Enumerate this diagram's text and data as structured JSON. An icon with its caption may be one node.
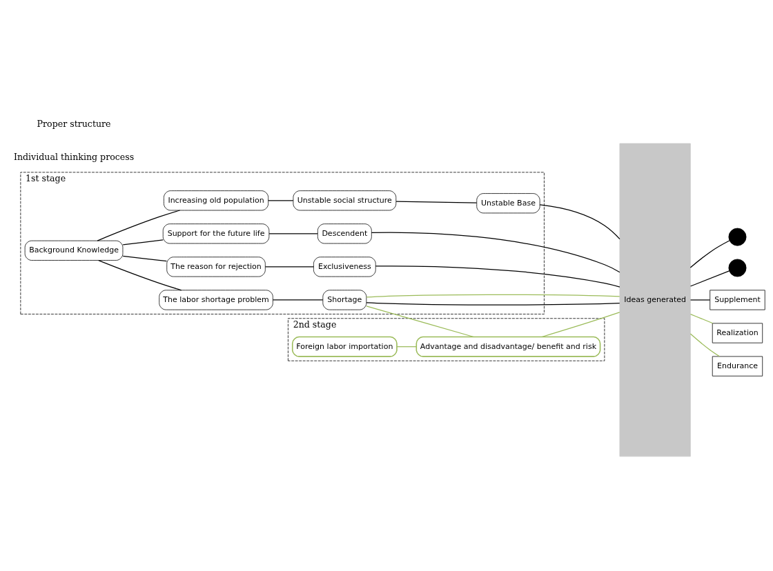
{
  "diagram": {
    "nodes": [
      {
        "text": [
          "1st stage"
        ]
      },
      {
        "text": [
          "Background Knowledge"
        ],
        "in": 0
      },
      {
        "text": [
          "Support for the future life"
        ],
        "in": 0
      },
      {
        "text": [
          "Descendent"
        ],
        "in": 0
      },
      {
        "text": [
          "Increasing old population"
        ],
        "in": 0
      },
      {
        "text": [
          "Unstable social structure"
        ],
        "in": 0
      },
      {
        "text": [
          "Unstable Base"
        ],
        "in": 0
      },
      {
        "text": [
          "The reason for rejection"
        ],
        "in": 0
      },
      {
        "text": [
          "Exclusiveness"
        ],
        "in": 0
      },
      {
        "text": [
          "The labor shortage problem"
        ],
        "in": 0
      },
      {
        "text": [
          "Shortage"
        ],
        "in": 0
      },
      {
        "text": [
          "2nd stage"
        ]
      },
      {
        "text": [
          "Foreign labor importation"
        ],
        "in": 11
      },
      {
        "text": [
          "Advantage and disadvantage/ benefit and risk"
        ],
        "in": 11
      },
      {
        "text": [
          "Ideas generated"
        ]
      },
      {
        "text": [],
        "shape": "circle"
      },
      {
        "text": [],
        "shape": "circle"
      },
      {
        "text": [
          "Supplement"
        ]
      },
      {
        "text": [
          "Realization"
        ]
      },
      {
        "text": [
          "Endurance"
        ]
      }
    ],
    "edges": [
      {
        "from": 1,
        "to": 2,
        "arrow": "none"
      },
      {
        "from": 1,
        "to": 4,
        "arrow": "none"
      },
      {
        "from": 1,
        "to": 7,
        "arrow": "none"
      },
      {
        "from": 1,
        "to": 9,
        "arrow": "none"
      },
      {
        "from": 2,
        "to": 3,
        "arrow": "none"
      },
      {
        "from": 3,
        "to": 14,
        "arrow": "none"
      },
      {
        "from": 4,
        "to": 5,
        "arrow": "none"
      },
      {
        "from": 5,
        "to": 6,
        "arrow": "none"
      },
      {
        "from": 6,
        "to": 14,
        "arrow": "none"
      },
      {
        "from": 7,
        "to": 8,
        "arrow": "none"
      },
      {
        "from": 8,
        "to": 14,
        "arrow": "none"
      },
      {
        "from": 9,
        "to": 10,
        "arrow": "none"
      },
      {
        "from": 10,
        "to": 14,
        "arrow": "none"
      },
      {
        "from": 14,
        "to": 15,
        "arrow": "none"
      },
      {
        "from": 14,
        "to": 16,
        "arrow": "none"
      },
      {
        "from": 14,
        "to": 17,
        "arrow": "none"
      },
      {
        "from": 10,
        "to": 13,
        "arrow": "none",
        "color": "#9bbb59"
      },
      {
        "from": 10,
        "to": 14,
        "arrow": "none",
        "color": "#9bbb59"
      },
      {
        "from": 12,
        "to": 13,
        "arrow": "none",
        "color": "#9bbb59"
      },
      {
        "from": 13,
        "to": 14,
        "arrow": "none",
        "color": "#9bbb59"
      },
      {
        "from": 14,
        "to": 18,
        "arrow": "none",
        "color": "#9bbb59"
      },
      {
        "from": 14,
        "to": 19,
        "arrow": "none",
        "color": "#9bbb59"
      }
    ],
    "labels": [
      "Individual thinking process",
      "Proper structure"
    ]
  }
}
